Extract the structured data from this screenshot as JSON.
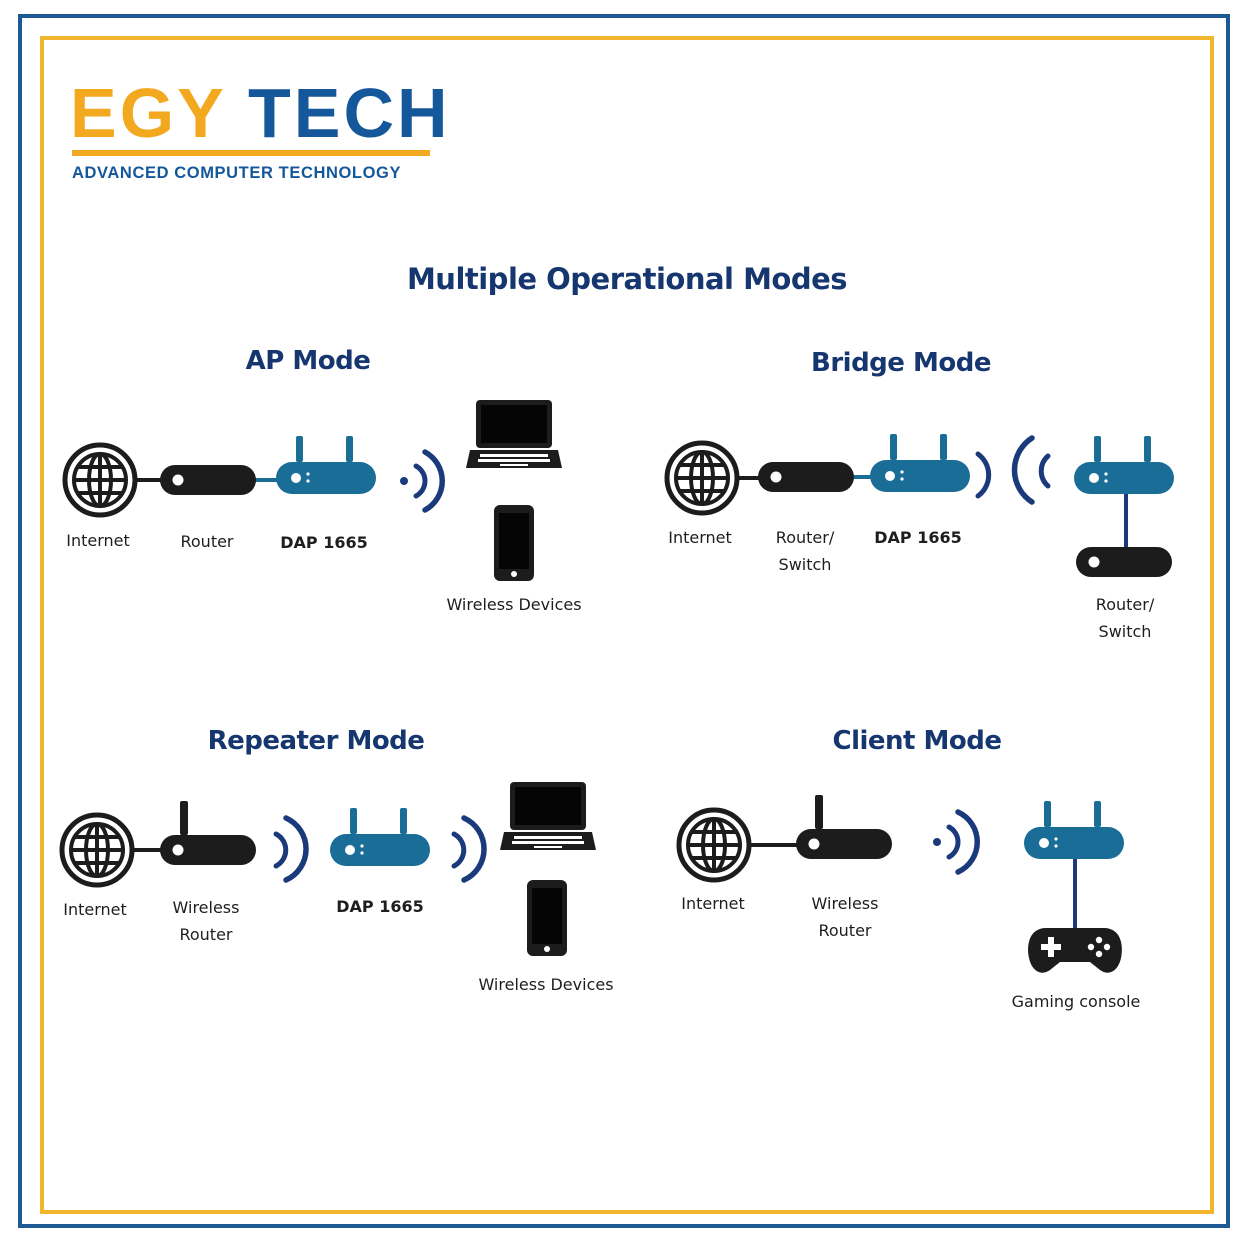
{
  "logo": {
    "brand_part1": "EGY",
    "brand_part2": "TECH",
    "tagline": "ADVANCED COMPUTER TECHNOLOGY"
  },
  "title": "Multiple Operational Modes",
  "colors": {
    "navy": "#16366f",
    "teal": "#1a6d96",
    "gold": "#f1b52b",
    "blue": "#1d5a94",
    "black": "#1c1c1c"
  },
  "icons": [
    "globe-icon",
    "router-icon",
    "access-point-icon",
    "wifi-signal-icon",
    "laptop-icon",
    "smartphone-icon",
    "gamepad-icon"
  ],
  "modes": {
    "ap": {
      "title": "AP Mode",
      "labels": {
        "internet": "Internet",
        "router": "Router",
        "dap": "DAP 1665",
        "wireless": "Wireless Devices"
      }
    },
    "bridge": {
      "title": "Bridge Mode",
      "labels": {
        "internet": "Internet",
        "router": "Router/\nSwitch",
        "dap": "DAP 1665",
        "router2": "Router/\nSwitch"
      }
    },
    "repeater": {
      "title": "Repeater Mode",
      "labels": {
        "internet": "Internet",
        "router": "Wireless\nRouter",
        "dap": "DAP 1665",
        "wireless": "Wireless Devices"
      }
    },
    "client": {
      "title": "Client Mode",
      "labels": {
        "internet": "Internet",
        "router": "Wireless\nRouter",
        "console": "Gaming console"
      }
    }
  }
}
